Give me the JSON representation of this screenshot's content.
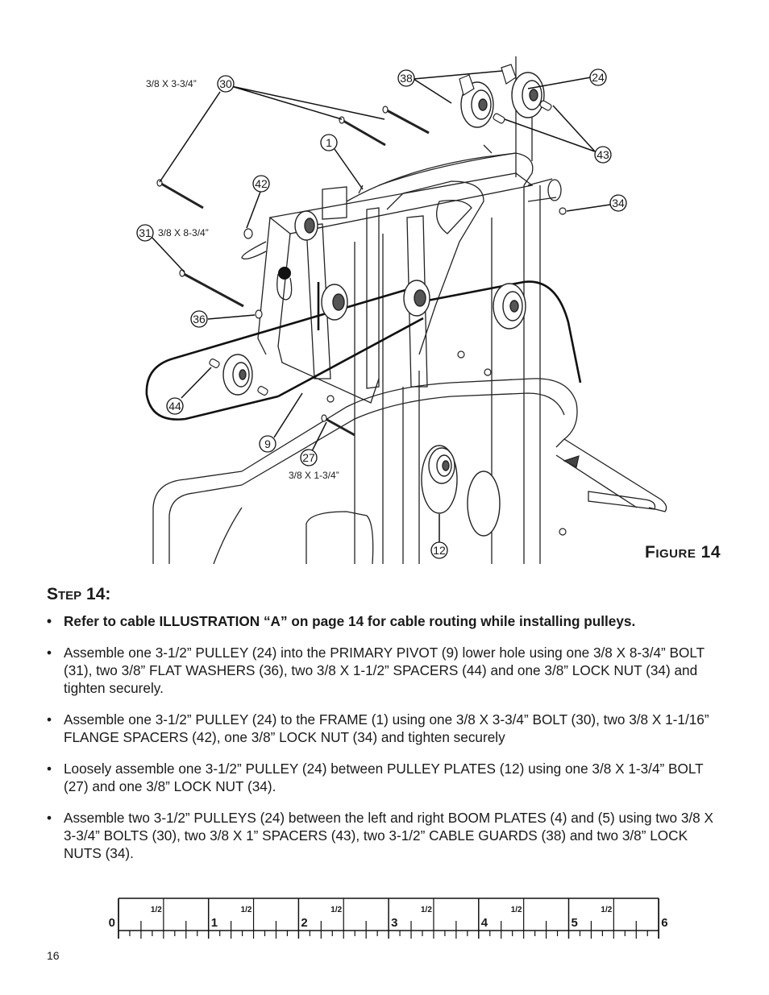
{
  "figure": {
    "caption": "Figure 14",
    "callouts": {
      "c30": "30",
      "c38": "38",
      "c24": "24",
      "c1": "1",
      "c43": "43",
      "c42": "42",
      "c34": "34",
      "c31": "31",
      "c36": "36",
      "c44": "44",
      "c9": "9",
      "c27": "27",
      "c12": "12"
    },
    "labels": {
      "bolt30": "3/8 X 3-3/4”",
      "bolt31": "3/8 X 8-3/4”",
      "bolt27": "3/8 X 1-3/4”"
    }
  },
  "step": {
    "heading": "Step 14:",
    "bullet": "•",
    "items": [
      {
        "text": "Refer to cable ILLUSTRATION “A” on page 14 for cable routing while installing pulleys.",
        "bold": true
      },
      {
        "text": "Assemble one 3-1/2” PULLEY (24) into the PRIMARY PIVOT (9) lower hole using one 3/8 X 8-3/4” BOLT (31), two 3/8” FLAT WASHERS (36), two 3/8 X 1-1/2” SPACERS (44) and one 3/8” LOCK NUT (34) and tighten securely.",
        "bold": false
      },
      {
        "text": "Assemble one 3-1/2” PULLEY (24) to the FRAME (1) using one 3/8 X 3-3/4” BOLT (30), two 3/8 X 1-1/16” FLANGE SPACERS (42), one 3/8” LOCK NUT (34) and tighten securely",
        "bold": false
      },
      {
        "text": "Loosely assemble one 3-1/2” PULLEY (24) between PULLEY PLATES (12) using one 3/8 X 1-3/4” BOLT (27) and one 3/8” LOCK NUT (34).",
        "bold": false
      },
      {
        "text": "Assemble two 3-1/2” PULLEYS (24) between the left and right BOOM PLATES (4) and (5) using two 3/8 X 3-3/4” BOLTS (30), two 3/8 X 1” SPACERS (43), two 3-1/2” CABLE GUARDS (38) and two 3/8” LOCK NUTS (34).",
        "bold": false
      }
    ]
  },
  "ruler": {
    "numbers": [
      "0",
      "1",
      "2",
      "3",
      "4",
      "5",
      "6"
    ],
    "half_label": "1/2"
  },
  "page_number": "16"
}
